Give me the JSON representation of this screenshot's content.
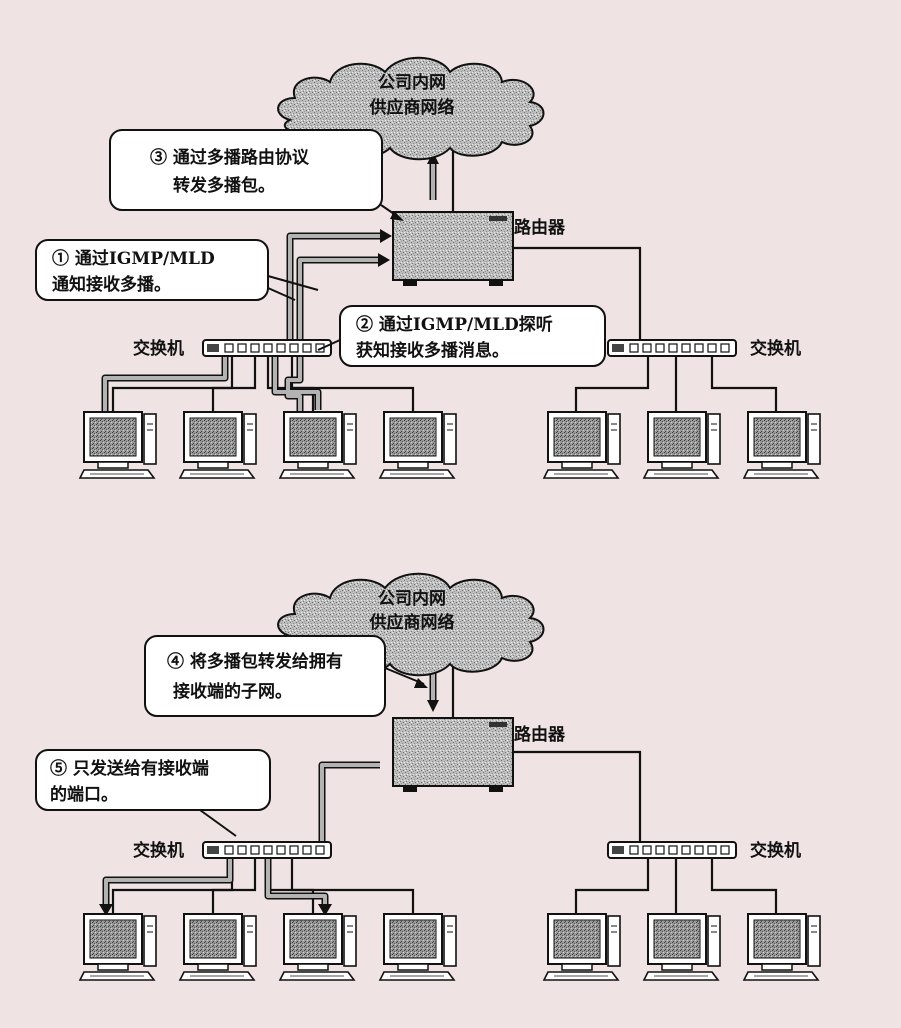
{
  "colors": {
    "background": "#efe3e3",
    "line": "#111111",
    "flow_arrow": "#a8a8a8"
  },
  "diagrams": [
    {
      "cloud": {
        "line1": "公司内网",
        "line2": "供应商网络"
      },
      "router_label": "路由器",
      "switch_left_label": "交换机",
      "switch_right_label": "交换机",
      "callouts": [
        {
          "line1": "③ 通过多播路由协议",
          "line2": "转发多播包。"
        },
        {
          "line1": "① 通过IGMP/MLD",
          "line2": "通知接收多播。"
        },
        {
          "line1": "② 通过IGMP/MLD探听",
          "line2": "获知接收多播消息。"
        }
      ]
    },
    {
      "cloud": {
        "line1": "公司内网",
        "line2": "供应商网络"
      },
      "router_label": "路由器",
      "switch_left_label": "交换机",
      "switch_right_label": "交换机",
      "callouts": [
        {
          "line1": "④ 将多播包转发给拥有",
          "line2": "接收端的子网。"
        },
        {
          "line1": "⑤ 只发送给有接收端",
          "line2": "的端口。"
        }
      ]
    }
  ]
}
